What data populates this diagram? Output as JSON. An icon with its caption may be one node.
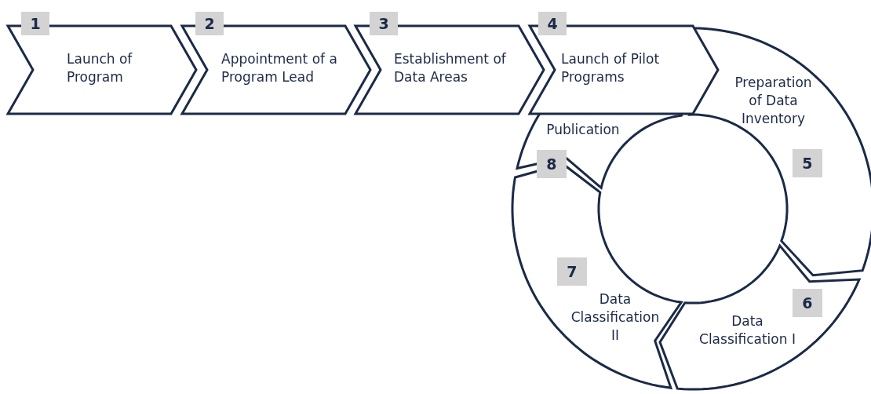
{
  "diagram": {
    "nodes": [
      {
        "text": [
          "1"
        ]
      },
      {
        "text": [
          "Launch of Program"
        ]
      },
      {
        "text": [
          "2"
        ]
      },
      {
        "text": [
          "Appointment of a Program Lead"
        ]
      },
      {
        "text": [
          "3"
        ]
      },
      {
        "text": [
          "Establishment of Data Areas"
        ]
      },
      {
        "text": [
          "4"
        ]
      },
      {
        "text": [
          "Launch of Pilot Programs"
        ]
      },
      {
        "text": [
          "5"
        ],
        "in": 9
      },
      {
        "text": [
          "Preparation of Data Inventory"
        ]
      },
      {
        "text": [
          "6"
        ],
        "in": 11
      },
      {
        "text": [
          "Data Classification I"
        ]
      },
      {
        "text": [
          "7"
        ],
        "in": 13
      },
      {
        "text": [
          "Data Classification II"
        ]
      },
      {
        "text": [
          "8"
        ],
        "in": 15
      },
      {
        "text": [
          "Publication"
        ]
      }
    ],
    "edges": []
  }
}
